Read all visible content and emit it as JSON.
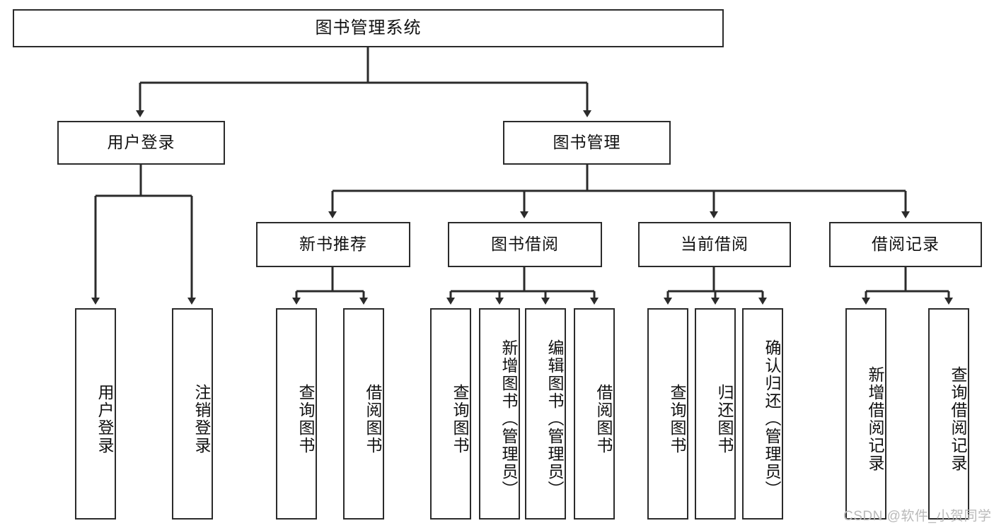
{
  "diagram": {
    "title": "图书管理系统",
    "type": "tree-hierarchy-diagram",
    "colors": {
      "box_border": "#2b2b2b",
      "box_fill": "#ffffff",
      "edge": "#2b2b2b",
      "text": "#111111",
      "watermark": "#b9b9b9",
      "background": "#ffffff"
    },
    "watermark": "CSDN @软件_小贺同学",
    "nodes": {
      "root": {
        "label": "图书管理系统"
      },
      "level2": [
        {
          "label": "用户登录"
        },
        {
          "label": "图书管理"
        }
      ],
      "level3": [
        {
          "label": "新书推荐"
        },
        {
          "label": "图书借阅"
        },
        {
          "label": "当前借阅"
        },
        {
          "label": "借阅记录"
        }
      ],
      "leaves": {
        "user_login": [
          {
            "label": "用户登录"
          },
          {
            "label": "注销登录"
          }
        ],
        "new_book_recommend": [
          {
            "label": "查询图书"
          },
          {
            "label": "借阅图书"
          }
        ],
        "book_borrow": [
          {
            "label": "查询图书"
          },
          {
            "label": "新增图书（管理员）"
          },
          {
            "label": "编辑图书（管理员）"
          },
          {
            "label": "借阅图书"
          }
        ],
        "current_borrow": [
          {
            "label": "查询图书"
          },
          {
            "label": "归还图书"
          },
          {
            "label": "确认归还（管理员）"
          }
        ],
        "borrow_record": [
          {
            "label": "新增借阅记录"
          },
          {
            "label": "查询借阅记录"
          }
        ]
      }
    }
  }
}
